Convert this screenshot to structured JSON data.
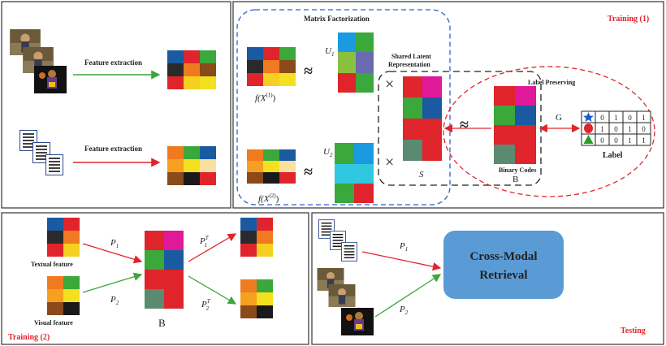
{
  "panels": {
    "feature": {
      "img_label": "Feature extraction",
      "txt_label": "Feature extraction"
    },
    "training1": {
      "title": "Training (1)",
      "mf_title": "Matrix Factorization",
      "approx": "≈",
      "times": "×",
      "u1": "U",
      "u1_sub": "1",
      "u2": "U",
      "u2_sub": "2",
      "fx1": "f(X",
      "fx1_sup": "(1)",
      "fx1_end": ")",
      "fx2": "f(X",
      "fx2_sup": "(2)",
      "fx2_end": ")",
      "shared_line1": "Shared Latent",
      "shared_line2": "Representation",
      "s_label": "S",
      "label_preserving": "Label Preserving",
      "binary_codes": "Binary Codes",
      "b_label": "B",
      "g_label": "G",
      "label_title": "Label",
      "label_rows": [
        [
          "0",
          "1",
          "0",
          "1"
        ],
        [
          "1",
          "0",
          "1",
          "0"
        ],
        [
          "0",
          "0",
          "1",
          "1"
        ]
      ]
    },
    "training2": {
      "title": "Training (2)",
      "textual": "Textual feature",
      "visual": "Visual feature",
      "p1": "P",
      "p1_sub": "1",
      "p2": "P",
      "p2_sub": "2",
      "p1t": "P",
      "p1t_sub": "1",
      "p1t_sup": "T",
      "p2t": "P",
      "p2t_sub": "2",
      "p2t_sup": "T",
      "b_label": "B"
    },
    "testing": {
      "title": "Testing",
      "p1": "P",
      "p1_sub": "1",
      "p2": "P",
      "p2_sub": "2",
      "retrieval_line1": "Cross-Modal",
      "retrieval_line2": "Retrieval"
    }
  },
  "colors": {
    "red_arrow": "#e0242c",
    "green_arrow": "#3aa83a",
    "dashed_blue": "#2a5fd0",
    "dashed_red": "#e0242c",
    "retrieval_box": "#5b9bd5"
  }
}
